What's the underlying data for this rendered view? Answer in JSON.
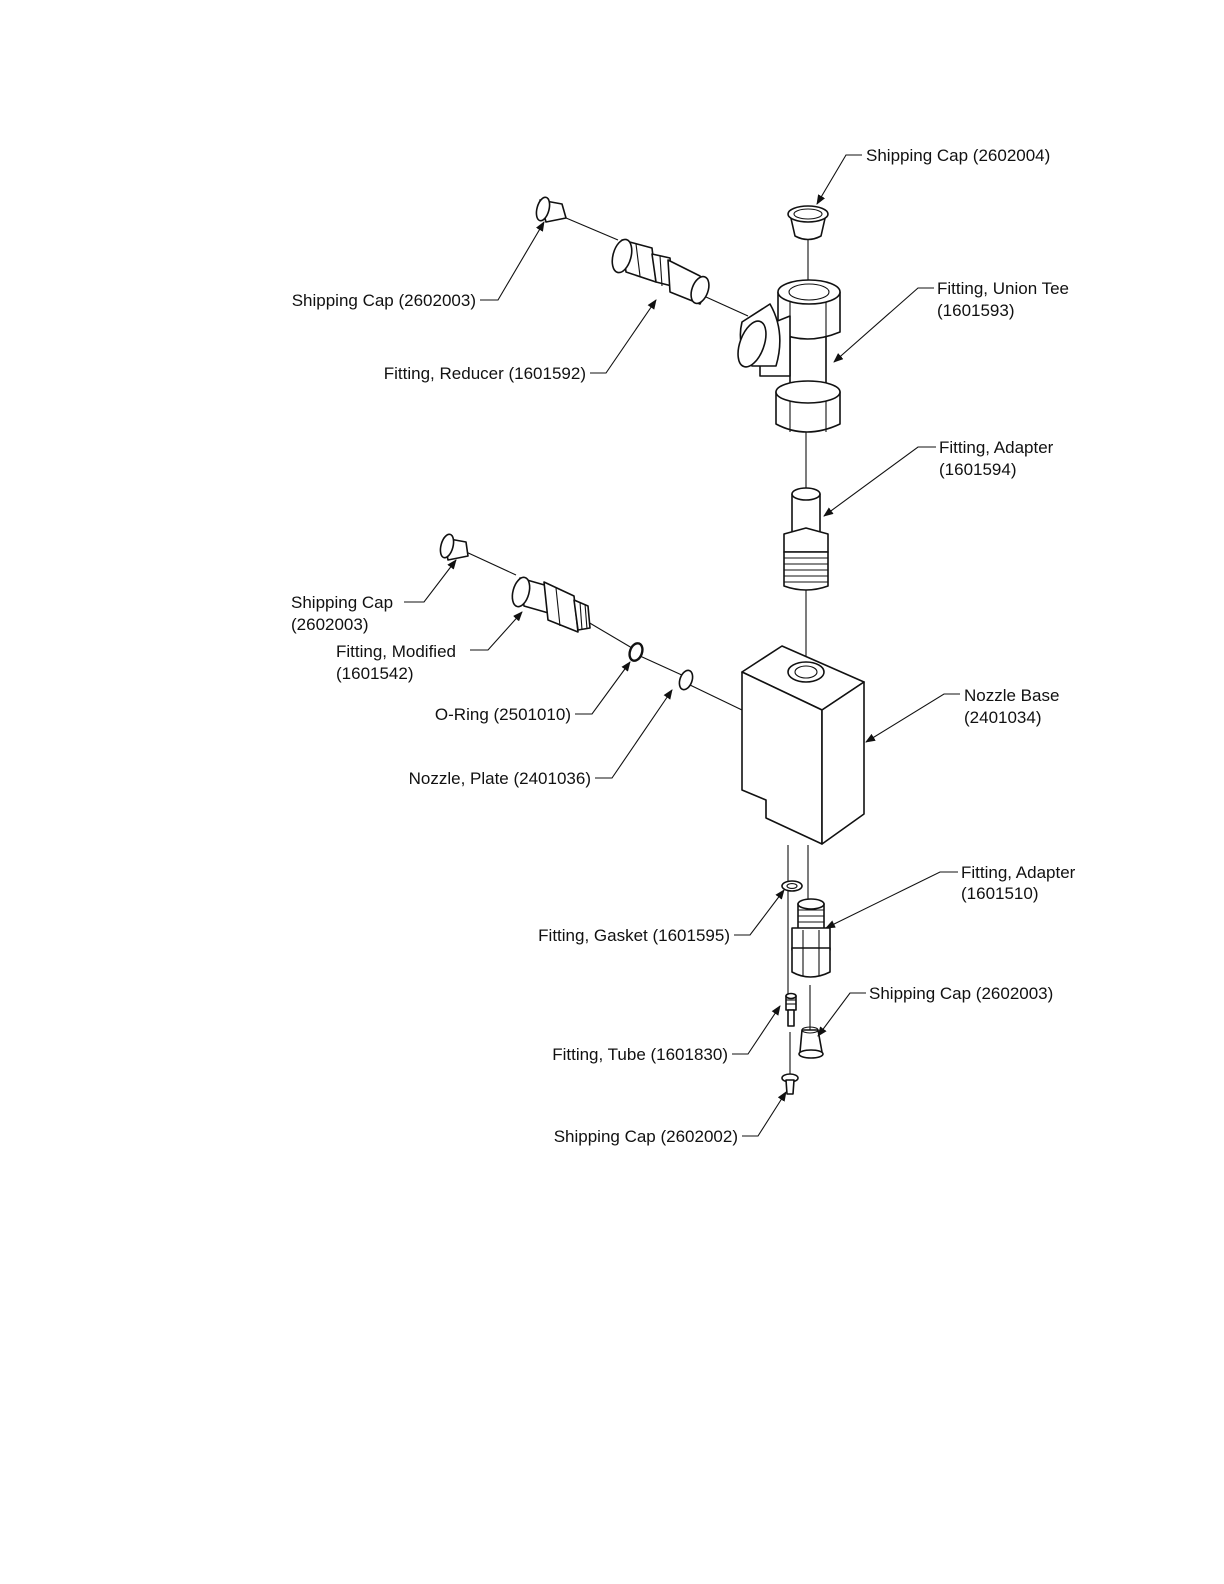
{
  "labels": {
    "cap_top": "Shipping Cap (2602004)",
    "union_tee_1": "Fitting, Union Tee",
    "union_tee_2": "(1601593)",
    "cap_left_upper": "Shipping Cap (2602003)",
    "reducer": "Fitting, Reducer (1601592)",
    "adapter_upper_1": "Fitting, Adapter",
    "adapter_upper_2": "(1601594)",
    "cap_left_mid_1": "Shipping Cap",
    "cap_left_mid_2": "(2602003)",
    "modified_1": "Fitting, Modified",
    "modified_2": "(1601542)",
    "oring": "O-Ring (2501010)",
    "nozzle_plate": "Nozzle, Plate (2401036)",
    "nozzle_base_1": "Nozzle Base",
    "nozzle_base_2": "(2401034)",
    "adapter_lower_1": "Fitting, Adapter",
    "adapter_lower_2": "(1601510)",
    "gasket": "Fitting, Gasket (1601595)",
    "cap_lower_right": "Shipping Cap (2602003)",
    "tube": "Fitting, Tube (1601830)",
    "cap_bottom": "Shipping Cap (2602002)"
  }
}
